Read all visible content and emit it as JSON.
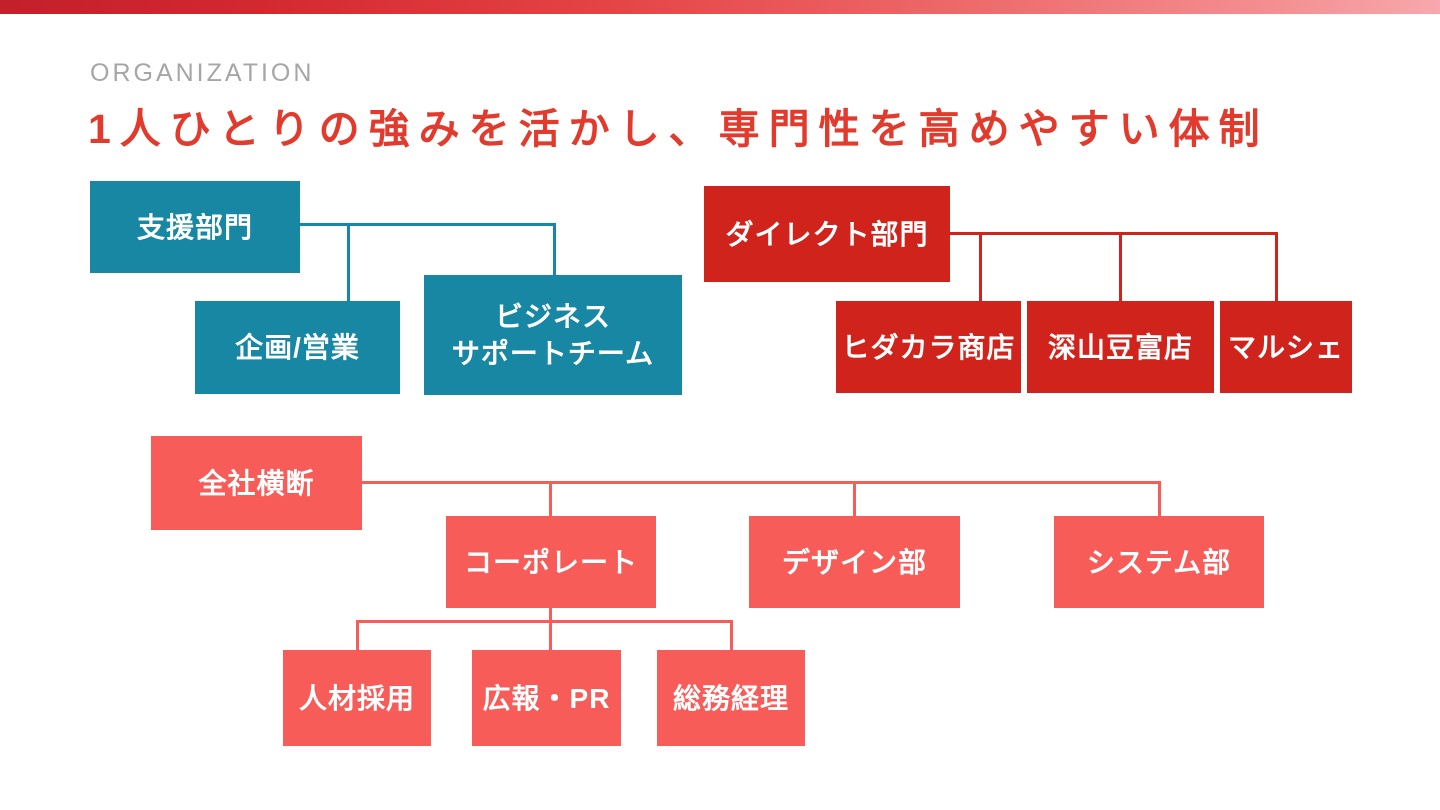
{
  "page": {
    "eyebrow": "ORGANIZATION",
    "title": "1人ひとりの強みを活かし、専門性を高めやすい体制"
  },
  "org": {
    "support": {
      "root": "支援部門",
      "children": [
        "企画/営業",
        "ビジネス\nサポートチーム"
      ]
    },
    "direct": {
      "root": "ダイレクト部門",
      "children": [
        "ヒダカラ商店",
        "深山豆富店",
        "マルシェ"
      ]
    },
    "company_wide": {
      "root": "全社横断",
      "children": [
        "コーポレート",
        "デザイン部",
        "システム部"
      ],
      "corporate_children": [
        "人材採用",
        "広報・PR",
        "総務経理"
      ]
    }
  },
  "colors": {
    "teal": "#1787a3",
    "dark_red": "#d0231b",
    "coral": "#f75c59",
    "title_red": "#e23a2c",
    "eyebrow_gray": "#a6a6a6",
    "topbar_gradient_start": "#c2202b",
    "topbar_gradient_end": "#f7a8ac"
  }
}
